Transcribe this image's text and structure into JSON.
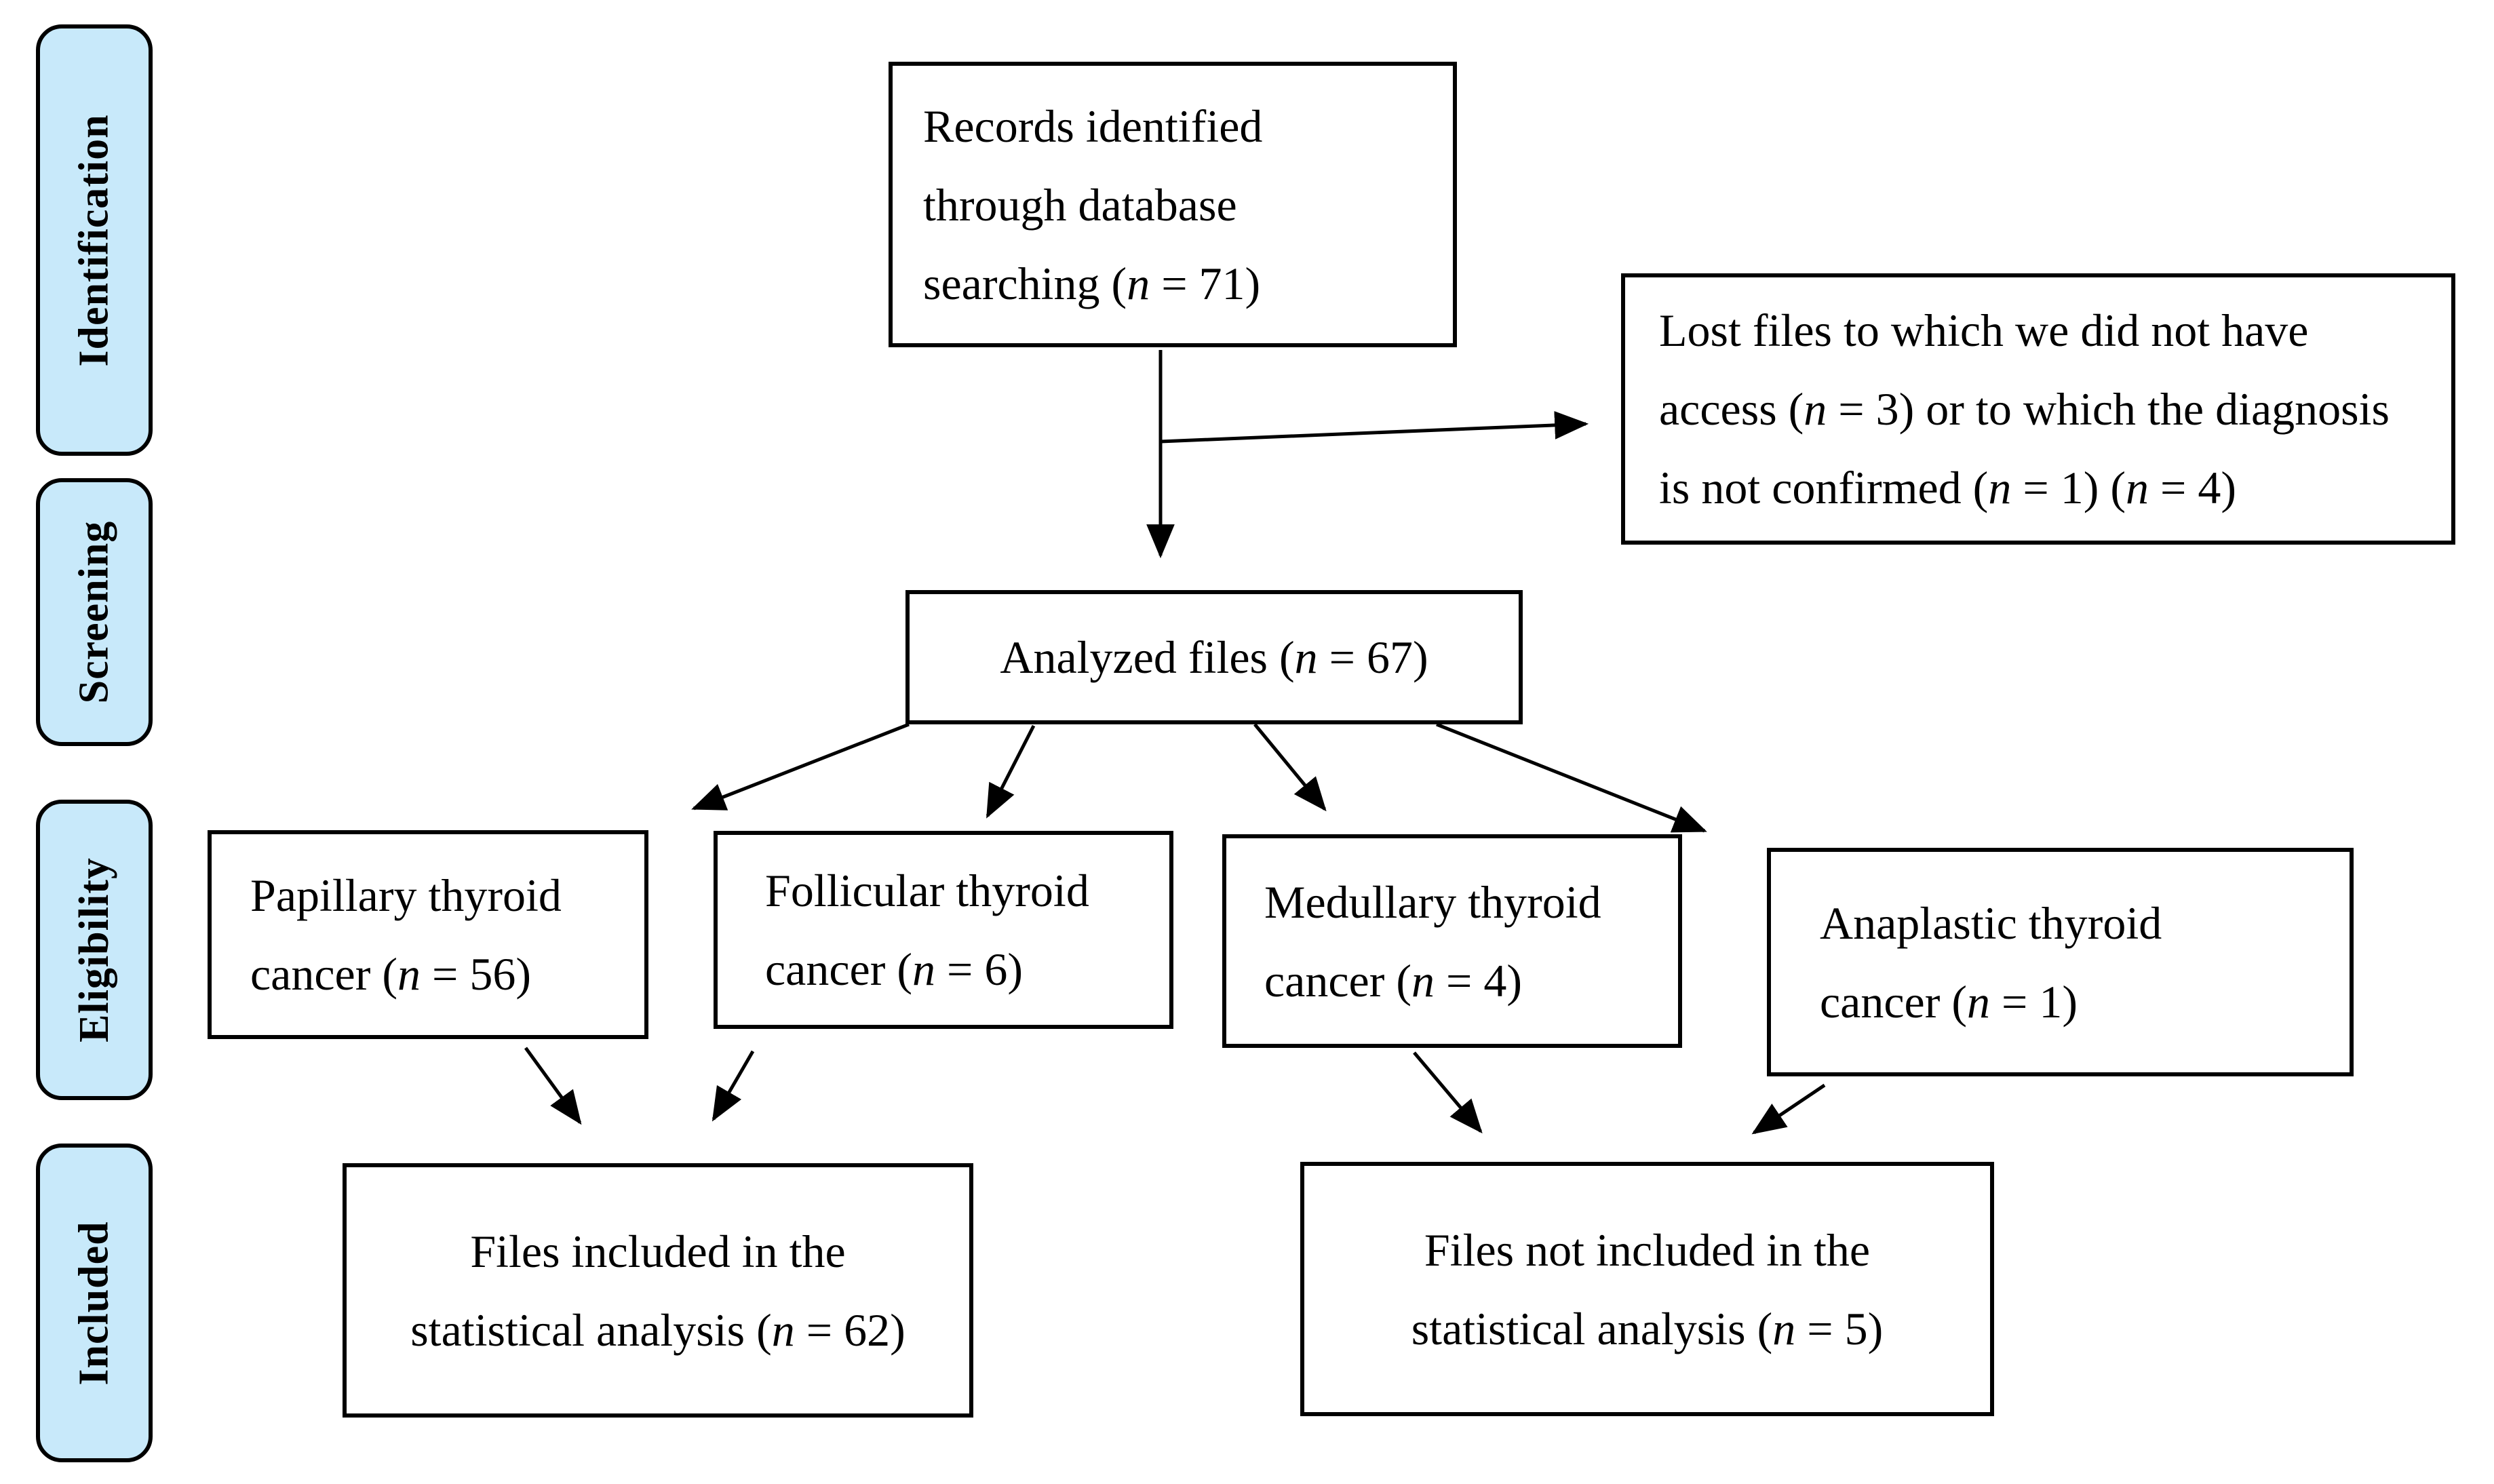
{
  "figure": {
    "type": "prisma-flow-diagram",
    "colors": {
      "stage_label_fill": "#c8e9fa",
      "box_background": "#ffffff",
      "line": "#000000",
      "text": "#000000"
    }
  },
  "sidebar": {
    "items": [
      {
        "id": "identification",
        "label": "Identification"
      },
      {
        "id": "screening",
        "label": "Screening"
      },
      {
        "id": "eligibility",
        "label": "Eligibility"
      },
      {
        "id": "included",
        "label": "Included"
      }
    ]
  },
  "nodes": {
    "records": {
      "count": 71,
      "lines": [
        [
          {
            "t": "Records identified"
          }
        ],
        [
          {
            "t": "through database"
          }
        ],
        [
          {
            "t": "searching ("
          },
          {
            "t": "n",
            "i": true
          },
          {
            "t": " = 71)"
          }
        ]
      ]
    },
    "lost_files": {
      "count": 4,
      "lines": [
        [
          {
            "t": "Lost files to which we did not have"
          }
        ],
        [
          {
            "t": "access ("
          },
          {
            "t": "n",
            "i": true
          },
          {
            "t": " = 3) or to which the diagnosis"
          }
        ],
        [
          {
            "t": "is not confirmed ("
          },
          {
            "t": "n",
            "i": true
          },
          {
            "t": " = 1) ("
          },
          {
            "t": "n",
            "i": true
          },
          {
            "t": " = 4)"
          }
        ]
      ]
    },
    "analyzed": {
      "count": 67,
      "lines": [
        [
          {
            "t": "Analyzed files ("
          },
          {
            "t": "n",
            "i": true
          },
          {
            "t": " = 67)"
          }
        ]
      ]
    },
    "papillary": {
      "count": 56,
      "lines": [
        [
          {
            "t": "Papillary thyroid"
          }
        ],
        [
          {
            "t": "cancer ("
          },
          {
            "t": "n",
            "i": true
          },
          {
            "t": " = 56)"
          }
        ]
      ]
    },
    "follicular": {
      "count": 6,
      "lines": [
        [
          {
            "t": "Follicular thyroid"
          }
        ],
        [
          {
            "t": "cancer ("
          },
          {
            "t": "n",
            "i": true
          },
          {
            "t": " = 6)"
          }
        ]
      ]
    },
    "medullary": {
      "count": 4,
      "lines": [
        [
          {
            "t": "Medullary thyroid"
          }
        ],
        [
          {
            "t": "cancer ("
          },
          {
            "t": "n",
            "i": true
          },
          {
            "t": " = 4)"
          }
        ]
      ]
    },
    "anaplastic": {
      "count": 1,
      "lines": [
        [
          {
            "t": "Anaplastic thyroid"
          }
        ],
        [
          {
            "t": "cancer ("
          },
          {
            "t": "n",
            "i": true
          },
          {
            "t": " = 1)"
          }
        ]
      ]
    },
    "files_included": {
      "count": 62,
      "lines": [
        [
          {
            "t": "Files included in the"
          }
        ],
        [
          {
            "t": "statistical analysis ("
          },
          {
            "t": "n",
            "i": true
          },
          {
            "t": " = 62)"
          }
        ]
      ]
    },
    "files_not_included": {
      "count": 5,
      "lines": [
        [
          {
            "t": "Files not included in the"
          }
        ],
        [
          {
            "t": "statistical analysis ("
          },
          {
            "t": "n",
            "i": true
          },
          {
            "t": " = 5)"
          }
        ]
      ]
    }
  }
}
